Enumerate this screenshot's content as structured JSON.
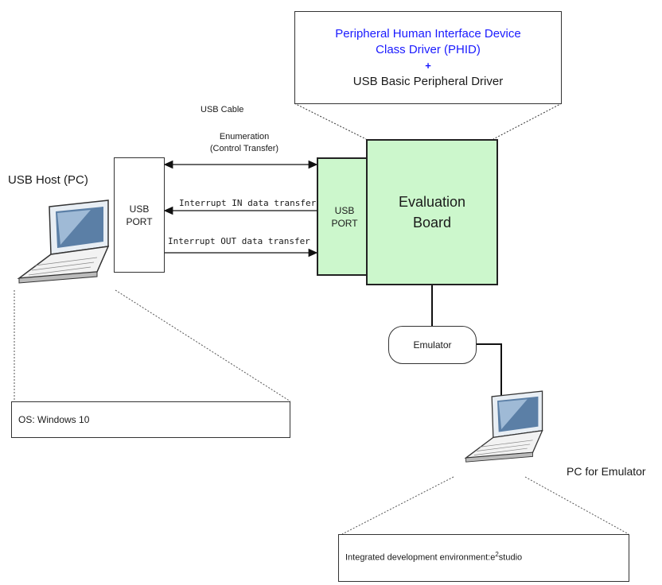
{
  "driver_box": {
    "line1": "Peripheral Human Interface Device",
    "line2": "Class Driver (PHID)",
    "plus": "+",
    "line3": "USB Basic Peripheral Driver"
  },
  "labels": {
    "usb_cable": "USB Cable",
    "enumeration": "Enumeration",
    "control_transfer": "(Control Transfer)",
    "interrupt_in": "Interrupt IN data transfer",
    "interrupt_out": "Interrupt OUT data transfer",
    "usb_host": "USB Host (PC)",
    "pc_for_emulator": "PC for Emulator"
  },
  "host_port": {
    "line1": "USB",
    "line2": "PORT"
  },
  "board_port": {
    "line1": "USB",
    "line2": "PORT"
  },
  "board": {
    "line1": "Evaluation",
    "line2": "Board"
  },
  "emulator": {
    "label": "Emulator"
  },
  "os_box": {
    "label": "OS: Windows 10"
  },
  "ide_box": {
    "prefix": "Integrated development environment:e",
    "sup": "2",
    "suffix": "studio"
  },
  "colors": {
    "accent_text": "#1a1aff",
    "board_fill": "#ccf7cc"
  },
  "icons": [
    "laptop-icon",
    "laptop-icon"
  ]
}
